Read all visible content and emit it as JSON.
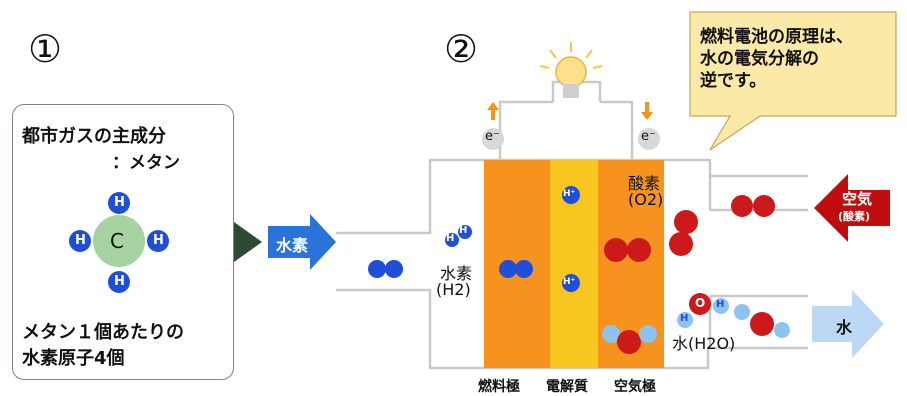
{
  "steps": {
    "one": "①",
    "two": "②"
  },
  "methane_box": {
    "title_line1": "都市ガスの主成分",
    "title_line2": "：メタン",
    "center_atom": "C",
    "h_atom": "H",
    "caption_line1": "メタン１個あたりの",
    "caption_line2": "水素原子4個"
  },
  "callout": {
    "line1": "燃料電池の原理は、",
    "line2": "水の電気分解の",
    "line3": "逆です。"
  },
  "arrows": {
    "hydrogen": "水素",
    "air": "空気",
    "air_sub": "(酸素)",
    "water": "水"
  },
  "electron": "e⁻",
  "labels": {
    "hydrogen_in": "水素",
    "hydrogen_formula": "(H2)",
    "oxygen": "酸素",
    "oxygen_formula": "(O2)",
    "water": "水(H2O)",
    "hplus": "H⁺",
    "mol_h": "H",
    "mol_o": "O"
  },
  "layers": {
    "fuel": "燃料極",
    "electrolyte": "電解質",
    "air": "空気極"
  },
  "colors": {
    "blue": "#1f4fd8",
    "red": "#cc1a1a",
    "orange": "#f5931e",
    "yellow": "#f8c61f",
    "callout": "#fbe9a8",
    "arrow_blue": "#2a73d9",
    "arrow_red": "#c00d0d",
    "water_arrow": "#bcd8f5"
  }
}
